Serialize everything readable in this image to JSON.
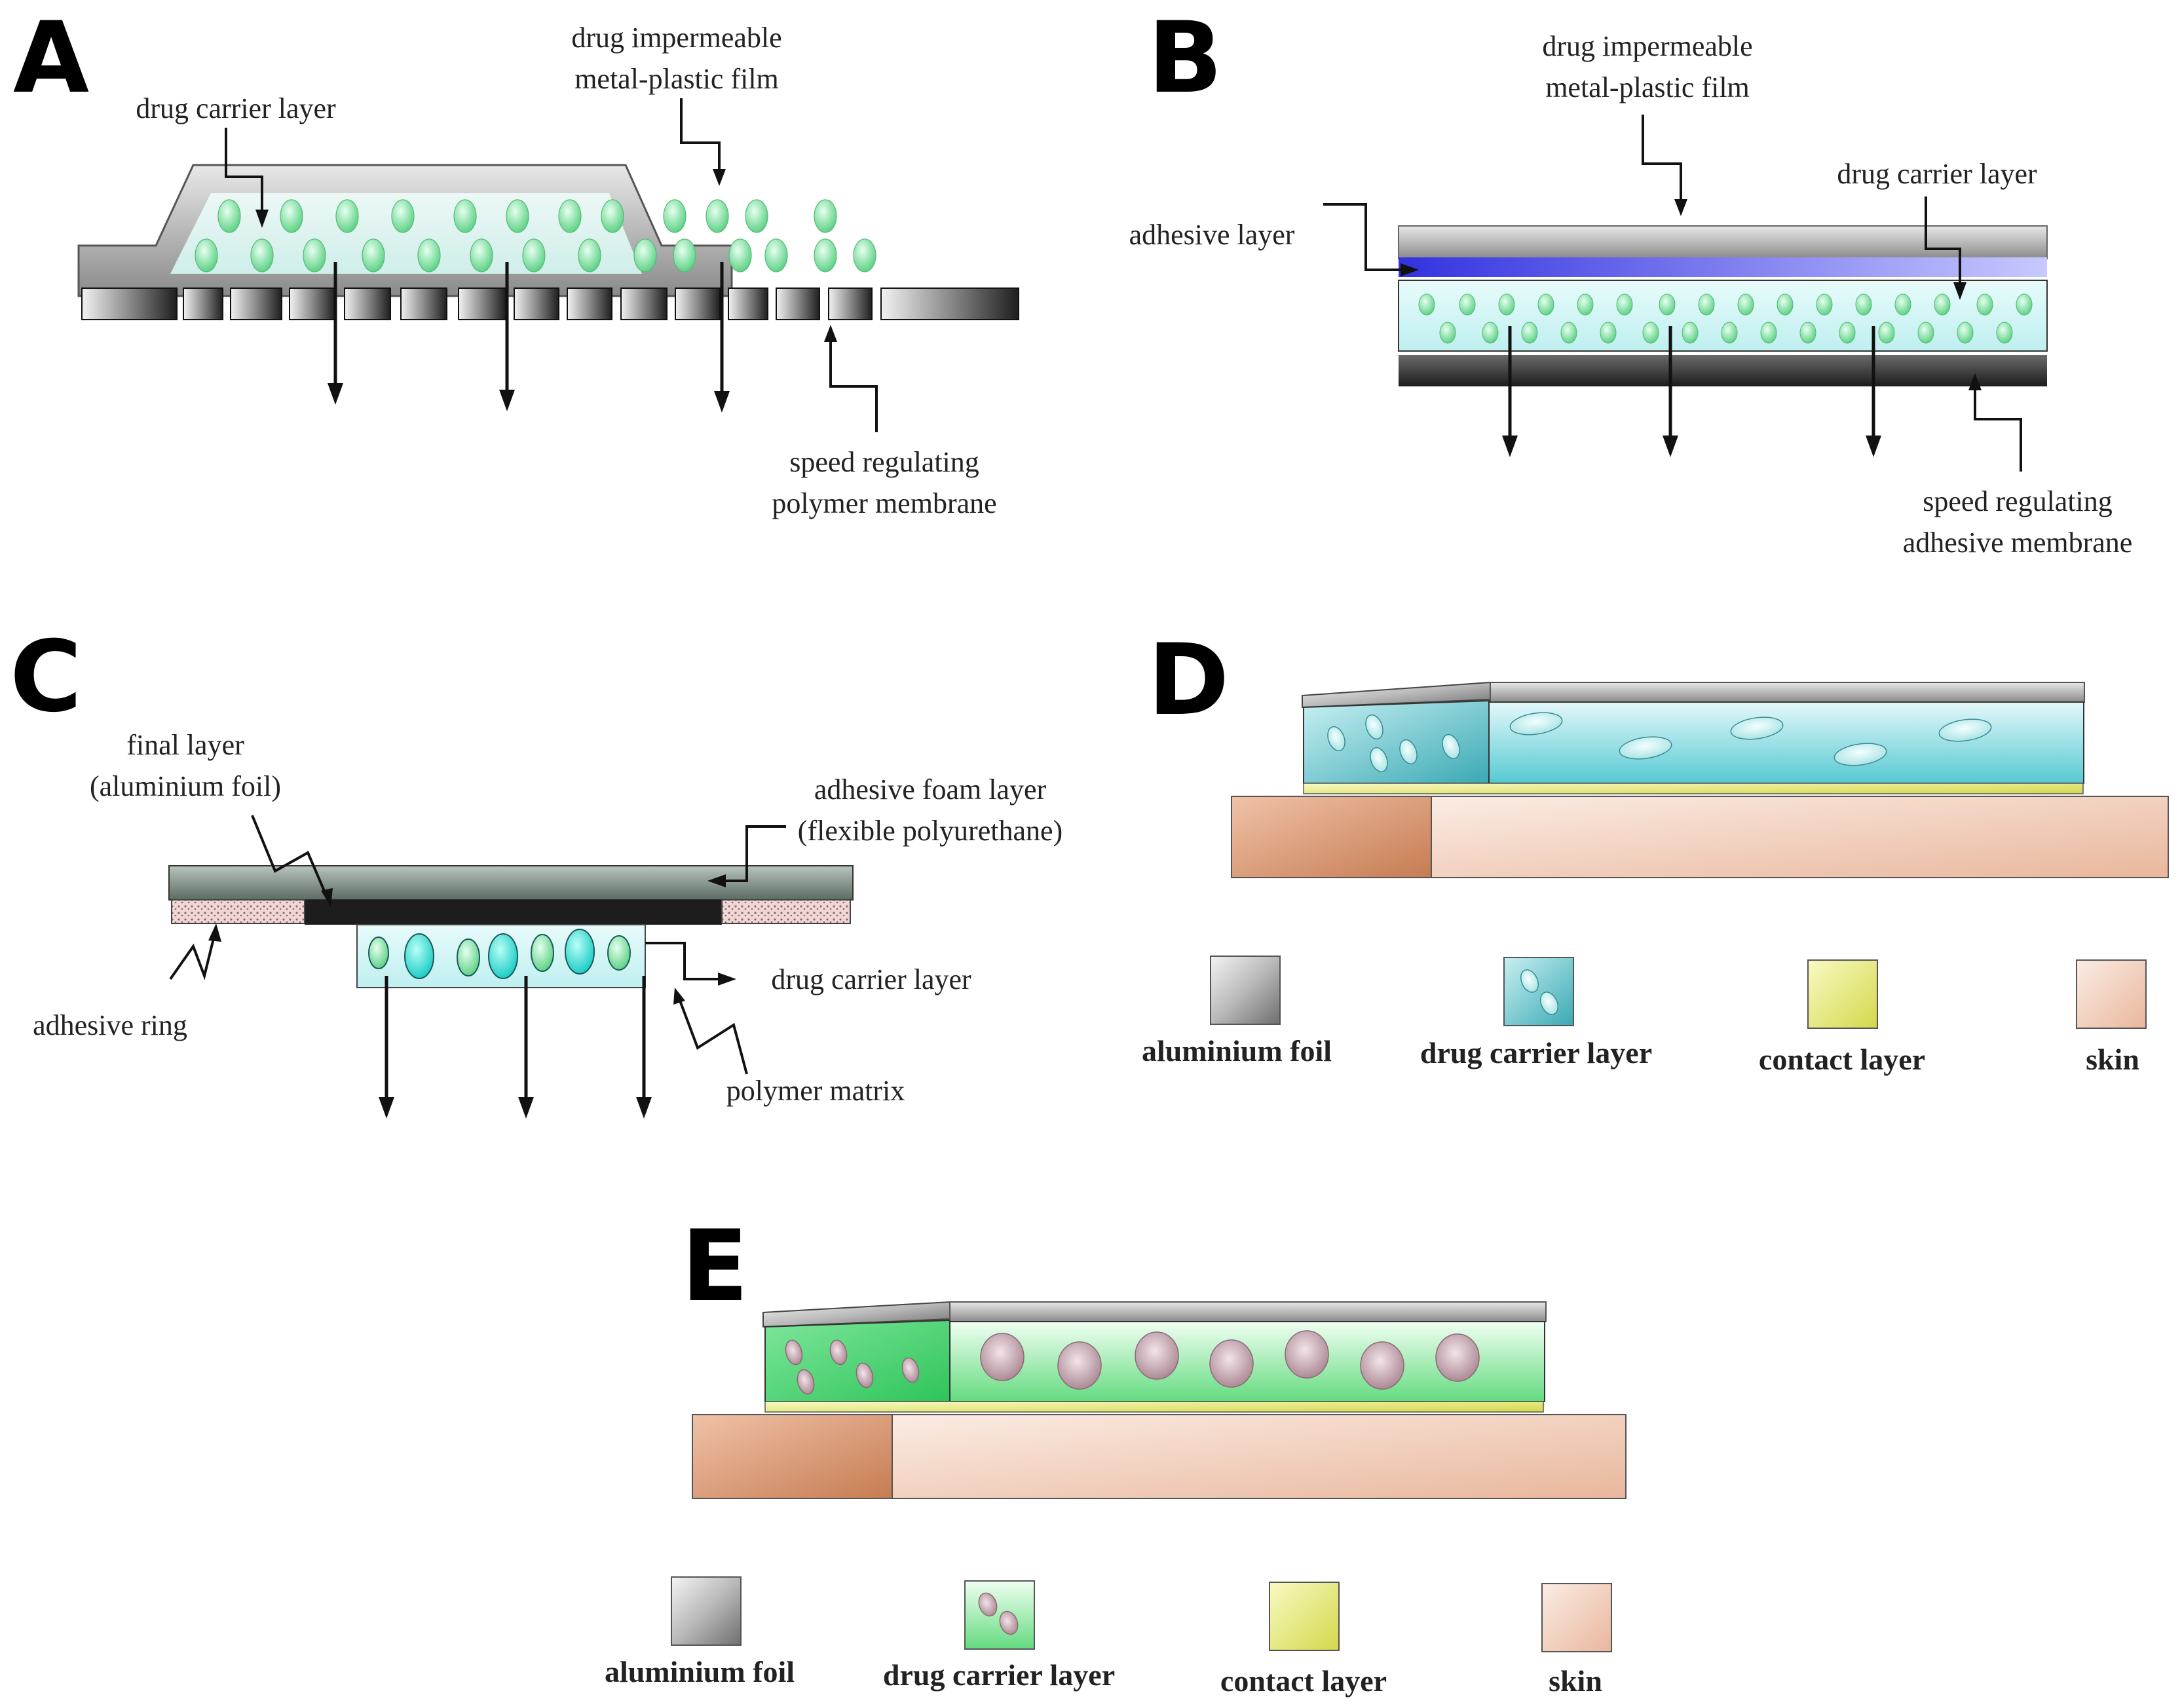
{
  "panels": {
    "a": {
      "letter": "A",
      "labels": {
        "carrier": "drug carrier layer",
        "film_1": "drug impermeable",
        "film_2": "metal-plastic film",
        "membrane_1": "speed regulating",
        "membrane_2": "polymer membrane"
      }
    },
    "b": {
      "letter": "B",
      "labels": {
        "film_1": "drug impermeable",
        "film_2": "metal-plastic film",
        "adhesive": "adhesive layer",
        "carrier": "drug carrier layer",
        "membrane_1": "speed regulating",
        "membrane_2": "adhesive membrane"
      }
    },
    "c": {
      "letter": "C",
      "labels": {
        "final_1": "final layer",
        "final_2": "(aluminium foil)",
        "foam_1": "adhesive foam layer",
        "foam_2": "(flexible polyurethane)",
        "ring": "adhesive ring",
        "carrier": "drug carrier layer",
        "matrix": "polymer matrix"
      }
    },
    "d": {
      "letter": "D",
      "legend": [
        "aluminium foil",
        "drug carrier layer",
        "contact layer",
        "skin"
      ]
    },
    "e": {
      "letter": "E",
      "legend": [
        "aluminium foil",
        "drug carrier layer",
        "contact layer",
        "skin"
      ]
    }
  },
  "colors": {
    "foil": "#9a9a9a",
    "membrane_dark": "#2a2a2a",
    "carrier_mint": "#dff3ef",
    "particle_green": "#7be09a",
    "adhesive_blue": "#5a5ae6",
    "carrier_cyan": "#7fd6dc",
    "particle_cyan": "#2ad4d0",
    "contact_yellow": "#e6ea7a",
    "skin": "#eec4ae",
    "skin_dark": "#cf8c66",
    "carrier_green": "#6fe08a",
    "particle_mauve": "#b08a96"
  }
}
